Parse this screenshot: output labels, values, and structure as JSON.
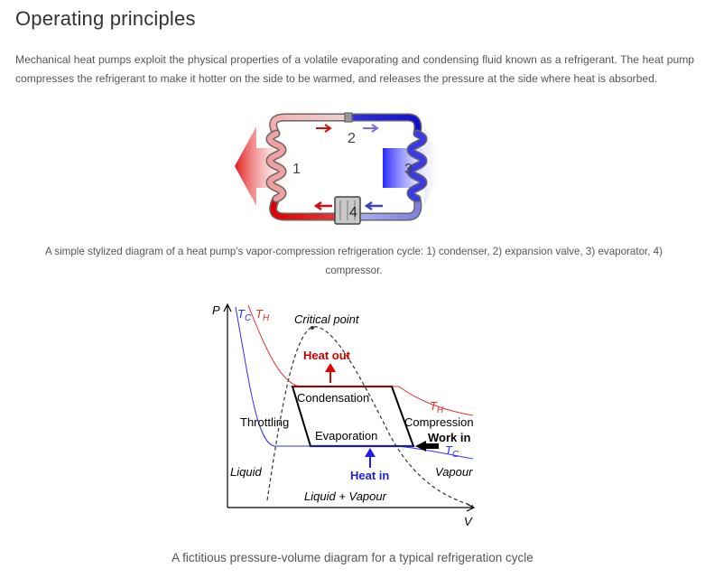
{
  "section": {
    "title": "Operating principles",
    "intro": "Mechanical heat pumps exploit the physical properties of a volatile evaporating and condensing fluid known as a refrigerant. The heat pump compresses the refrigerant to make it hotter on the side to be warmed, and releases the pressure at the side where heat is absorbed."
  },
  "figure1": {
    "labels": {
      "condenser": "1",
      "valve": "2",
      "evaporator": "3",
      "compressor": "4"
    },
    "caption": "A simple stylized diagram of a heat pump's vapor-compression refrigeration cycle: 1) condenser, 2) expansion valve, 3) evaporator, 4) compressor."
  },
  "figure2": {
    "axes": {
      "y": "P",
      "x": "V"
    },
    "isotherms": {
      "cold": "T",
      "cold_sub": "C",
      "hot": "T",
      "hot_sub": "H"
    },
    "labels": {
      "critical_point": "Critical point",
      "heat_out": "Heat out",
      "condensation": "Condensation",
      "throttling": "Throttling",
      "evaporation": "Evaporation",
      "compression": "Compression",
      "work_in": "Work in",
      "heat_in": "Heat in",
      "liquid": "Liquid",
      "vapour": "Vapour",
      "liquid_vapour": "Liquid + Vapour"
    },
    "caption": "A fictitious pressure-volume diagram for a typical refrigeration cycle"
  },
  "colors": {
    "hot": "#cc0000",
    "cold": "#0000cc",
    "text": "#555555"
  }
}
